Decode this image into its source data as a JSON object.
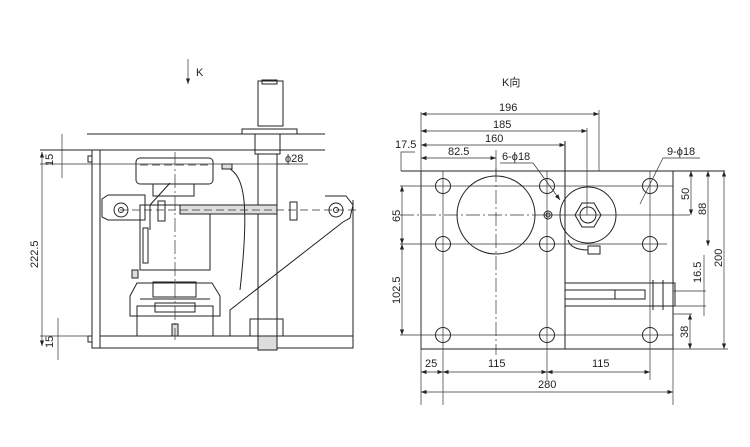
{
  "side_view": {
    "direction_label": "K",
    "dims": {
      "top_thickness": "15",
      "height": "222.5",
      "bottom_thickness": "15",
      "rod_diameter": "ϕ28"
    }
  },
  "top_view": {
    "title": "K向",
    "dims": {
      "w196": "196",
      "w185": "185",
      "w160": "160",
      "off17_5": "17.5",
      "w82_5": "82.5",
      "holes6": "6-ϕ18",
      "holes9": "9-ϕ18",
      "h65": "65",
      "h102_5": "102.5",
      "w25": "25",
      "w115a": "115",
      "w115b": "115",
      "w280": "280",
      "h50": "50",
      "h88": "88",
      "h200": "200",
      "h16_5": "16.5",
      "h38": "38"
    }
  }
}
